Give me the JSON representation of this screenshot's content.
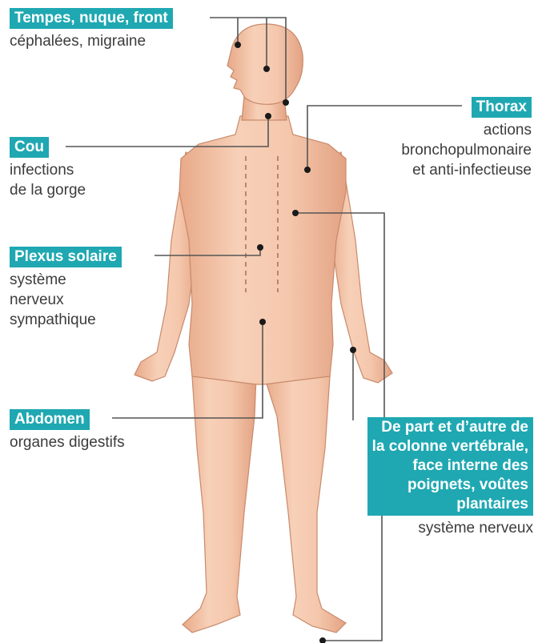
{
  "callouts": {
    "tempes": {
      "title": "Tempes, nuque, front",
      "desc": [
        "céphalées, migraine"
      ]
    },
    "thorax": {
      "title": "Thorax",
      "desc": [
        "actions",
        "bronchopulmonaire",
        "et anti-infectieuse"
      ]
    },
    "cou": {
      "title": "Cou",
      "desc": [
        "infections",
        "de la gorge"
      ]
    },
    "plexus": {
      "title": "Plexus solaire",
      "desc": [
        "système",
        "nerveux",
        "sympathique"
      ]
    },
    "abdomen": {
      "title": "Abdomen",
      "desc": [
        "organes digestifs"
      ]
    },
    "colonne": {
      "title": [
        "De part et d’autre de",
        "la colonne vertébrale,",
        "face interne des",
        "poignets, voûtes",
        "plantaires"
      ],
      "desc": [
        "système nerveux"
      ]
    }
  },
  "colors": {
    "accent": "#1fa8b2",
    "skin": "#f4c7ab",
    "skin_shadow": "#e6a98c",
    "text": "#3c3c3c"
  }
}
